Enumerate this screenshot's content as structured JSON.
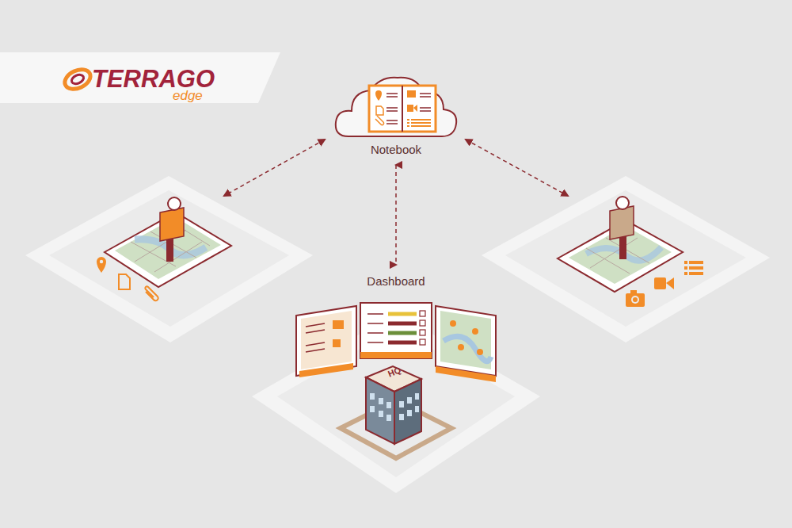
{
  "diagram": {
    "nodes": [
      {
        "text": [
          "Notebook"
        ]
      },
      {
        "text": [
          "Dashboard"
        ]
      },
      {
        "text": [
          "HQ"
        ],
        "in": 1
      }
    ],
    "edges": [
      {
        "from": 0,
        "to": 1,
        "arrow": "both"
      }
    ],
    "labels": [
      "TERRAGO",
      "edge"
    ]
  }
}
